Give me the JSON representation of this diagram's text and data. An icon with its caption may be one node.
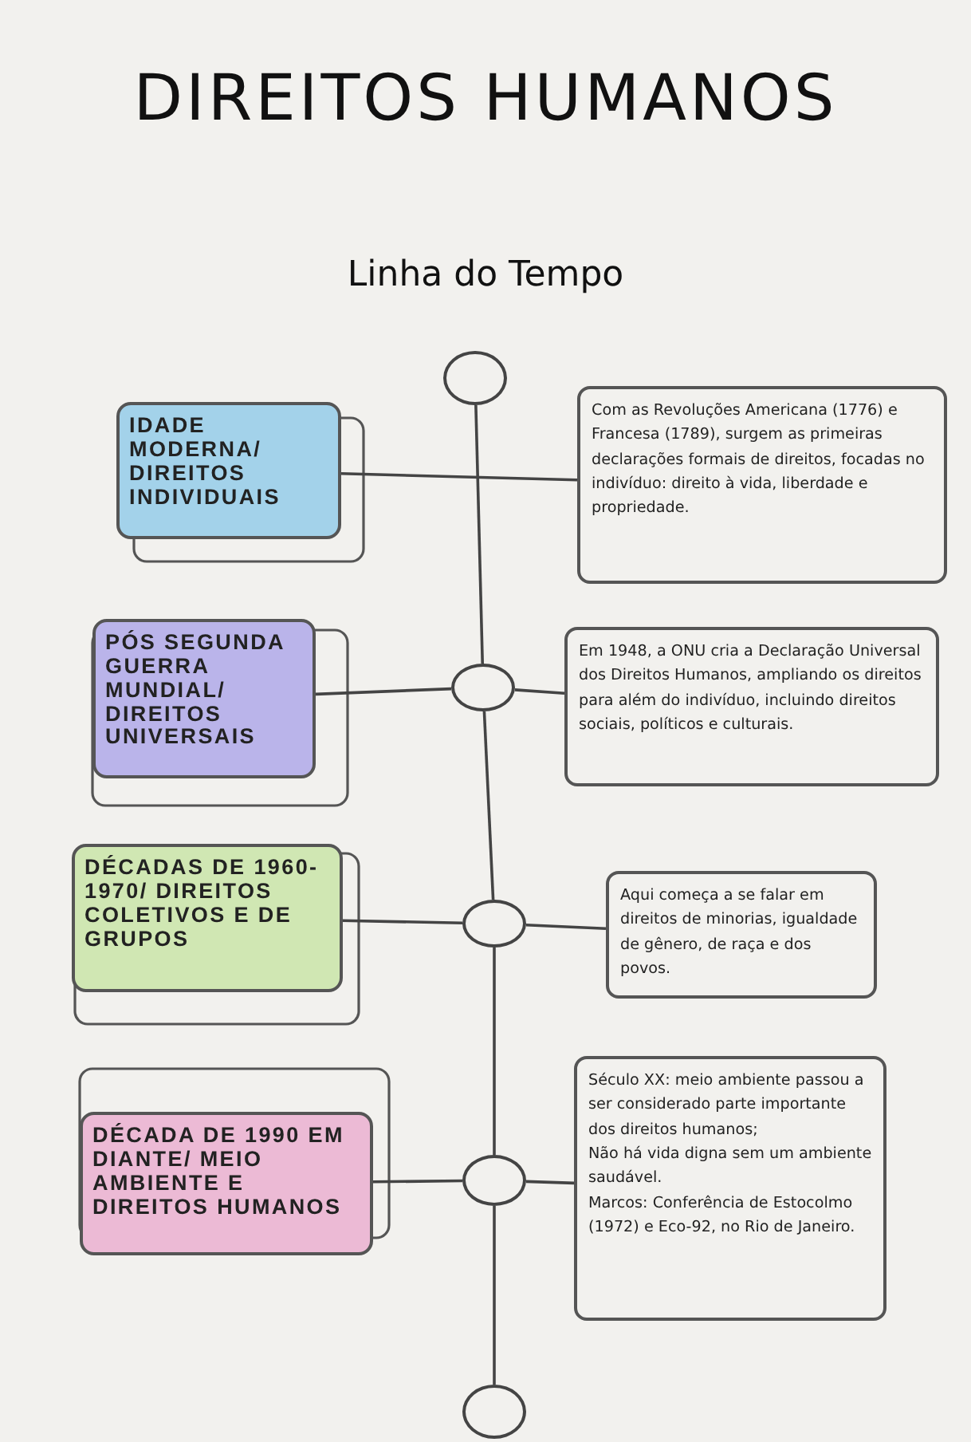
{
  "diagram": {
    "title": "DIREITOS HUMANOS",
    "nodes": [
      {
        "text": [],
        "shape": "circle"
      },
      {
        "text": [
          "IDADE MODERNA/ DIREITOS INDIVIDUAIS"
        ]
      },
      {
        "text": [
          "Com as Revoluções Americana (1776) e Francesa (1789), surgem as primeiras declarações formais de direitos, focadas no indivíduo: direito à vida, liberdade e propriedade."
        ]
      },
      {
        "text": [
          "PÓS SEGUNDA GUERRA MUNDIAL/ DIREITOS UNIVERSAIS"
        ]
      },
      {
        "text": [],
        "shape": "circle"
      },
      {
        "text": [
          "Em 1948, a ONU cria a Declaração Universal dos Direitos Humanos, ampliando os direitos para além do indivíduo, incluindo direitos sociais, políticos e culturais."
        ]
      },
      {
        "text": [
          "DÉCADAS DE 1960-1970/ DIREITOS COLETIVOS E DE GRUPOS"
        ]
      },
      {
        "text": [],
        "shape": "circle"
      },
      {
        "text": [
          "Aqui começa a se falar em direitos de minorias, igualdade de gênero, de raça e dos povos."
        ]
      },
      {
        "text": [
          "DÉCADA DE 1990 EM DIANTE/ MEIO AMBIENTE E DIREITOS HUMANOS"
        ]
      },
      {
        "text": [],
        "shape": "circle"
      },
      {
        "text": [
          "Século XX: meio ambiente passou a ser considerado parte importante dos direitos humanos;",
          "Não há vida digna sem um ambiente saudável.",
          "Marcos: Conferência de Estocolmo (1972) e Eco-92, no Rio de Janeiro."
        ]
      },
      {
        "text": [],
        "shape": "circle"
      }
    ],
    "edges": [
      {
        "from": 0,
        "to": 4,
        "arrow": "none"
      },
      {
        "from": 4,
        "to": 7,
        "arrow": "none"
      },
      {
        "from": 7,
        "to": 10,
        "arrow": "none"
      },
      {
        "from": 10,
        "to": 12,
        "arrow": "none"
      },
      {
        "from": 1,
        "to": 2,
        "arrow": "none"
      },
      {
        "from": 3,
        "to": 4,
        "arrow": "none"
      },
      {
        "from": 4,
        "to": 5,
        "arrow": "none"
      },
      {
        "from": 6,
        "to": 7,
        "arrow": "none"
      },
      {
        "from": 7,
        "to": 8,
        "arrow": "none"
      },
      {
        "from": 9,
        "to": 10,
        "arrow": "none"
      },
      {
        "from": 10,
        "to": 11,
        "arrow": "none"
      }
    ],
    "labels": [
      "Linha do Tempo"
    ]
  }
}
